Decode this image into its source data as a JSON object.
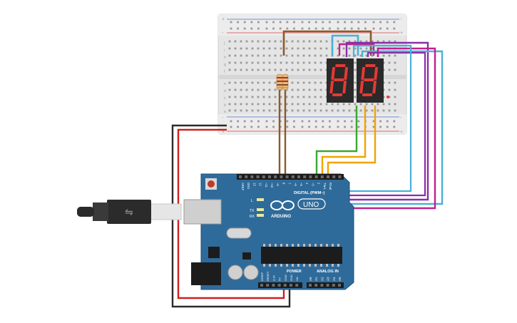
{
  "breadboard": {
    "rail_plus": "+",
    "rail_minus": "-",
    "row_letters_top": [
      "j",
      "i",
      "h",
      "g",
      "f"
    ],
    "row_letters_bottom": [
      "e",
      "d",
      "c",
      "b",
      "a"
    ]
  },
  "display": {
    "digit_count": 2,
    "color": "#e53935"
  },
  "arduino": {
    "brand": "ARDUINO",
    "model": "UNO",
    "digital_label": "DIGITAL (PWM~)",
    "power_label": "POWER",
    "analog_label": "ANALOG IN",
    "aref": "AREF",
    "gnd": "GND",
    "digital_pins": [
      "13",
      "12",
      "~11",
      "~10",
      "~9",
      "8",
      "7",
      "~6",
      "~5",
      "4",
      "~3",
      "2",
      "TX▸1",
      "RX◂0"
    ],
    "power_pins": [
      "IOREF",
      "RESET",
      "3.3V",
      "5V",
      "GND",
      "GND",
      "Vin"
    ],
    "analog_pins": [
      "A0",
      "A1",
      "A2",
      "A3",
      "A4",
      "A5"
    ],
    "led_labels": [
      "L",
      "TX",
      "RX"
    ],
    "board_color": "#2f6b9a"
  },
  "wire_colors": {
    "red": "#d0201e",
    "black": "#2b2b2b",
    "brown": "#8b5a2b",
    "green": "#3aa832",
    "orange": "#f0a400",
    "purple": "#8a2ea8",
    "magenta": "#c2208e",
    "light_blue": "#4ab0d8"
  }
}
